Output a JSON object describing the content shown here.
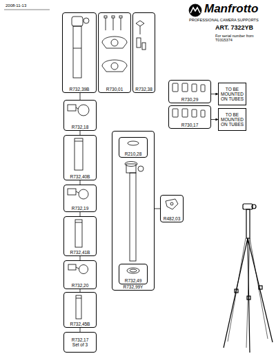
{
  "diagram": {
    "nodes": [
      {
        "text": [
          "R732,39B"
        ]
      },
      {
        "text": [
          "R730,01"
        ]
      },
      {
        "text": [
          "R732,38"
        ]
      },
      {
        "text": [
          "R730,29"
        ]
      },
      {
        "text": [
          "TO BE MOUNTED ON TUBES"
        ]
      },
      {
        "text": [
          "R730,17"
        ]
      },
      {
        "text": [
          "TO BE MOUNTED ON TUBES"
        ]
      },
      {
        "text": [
          "R732,18"
        ]
      },
      {
        "text": [
          "R732,99Y"
        ]
      },
      {
        "text": [
          "R210,28"
        ],
        "in": 8
      },
      {
        "text": [
          "R732,40B"
        ]
      },
      {
        "text": [
          "R482,03"
        ]
      },
      {
        "text": [
          "R732,19"
        ]
      },
      {
        "text": [
          "R732,41B"
        ]
      },
      {
        "text": [
          "R732,49"
        ],
        "in": 8
      },
      {
        "text": [
          "R732,20"
        ]
      },
      {
        "text": [
          "R732,45B"
        ]
      },
      {
        "text": [
          "R732,17",
          "Set of 3"
        ]
      }
    ],
    "edges": [
      {
        "from": 0,
        "to": 7,
        "arrow": "none"
      },
      {
        "from": 7,
        "to": 10,
        "arrow": "none"
      },
      {
        "from": 10,
        "to": 12,
        "arrow": "none"
      },
      {
        "from": 12,
        "to": 13,
        "arrow": "none"
      },
      {
        "from": 13,
        "to": 15,
        "arrow": "none"
      },
      {
        "from": 15,
        "to": 16,
        "arrow": "none"
      },
      {
        "from": 16,
        "to": 17,
        "arrow": "none"
      },
      {
        "from": 3,
        "to": 4,
        "arrow": "to"
      },
      {
        "from": 5,
        "to": 6,
        "arrow": "to"
      },
      {
        "from": 8,
        "to": 11,
        "arrow": "none"
      }
    ],
    "labels": [
      "2008-11-13",
      "Manfrotto",
      "PROFESSIONAL CAMERA SUPPORTS",
      "ART. 7322YB",
      "For serial number from T0315374"
    ]
  }
}
